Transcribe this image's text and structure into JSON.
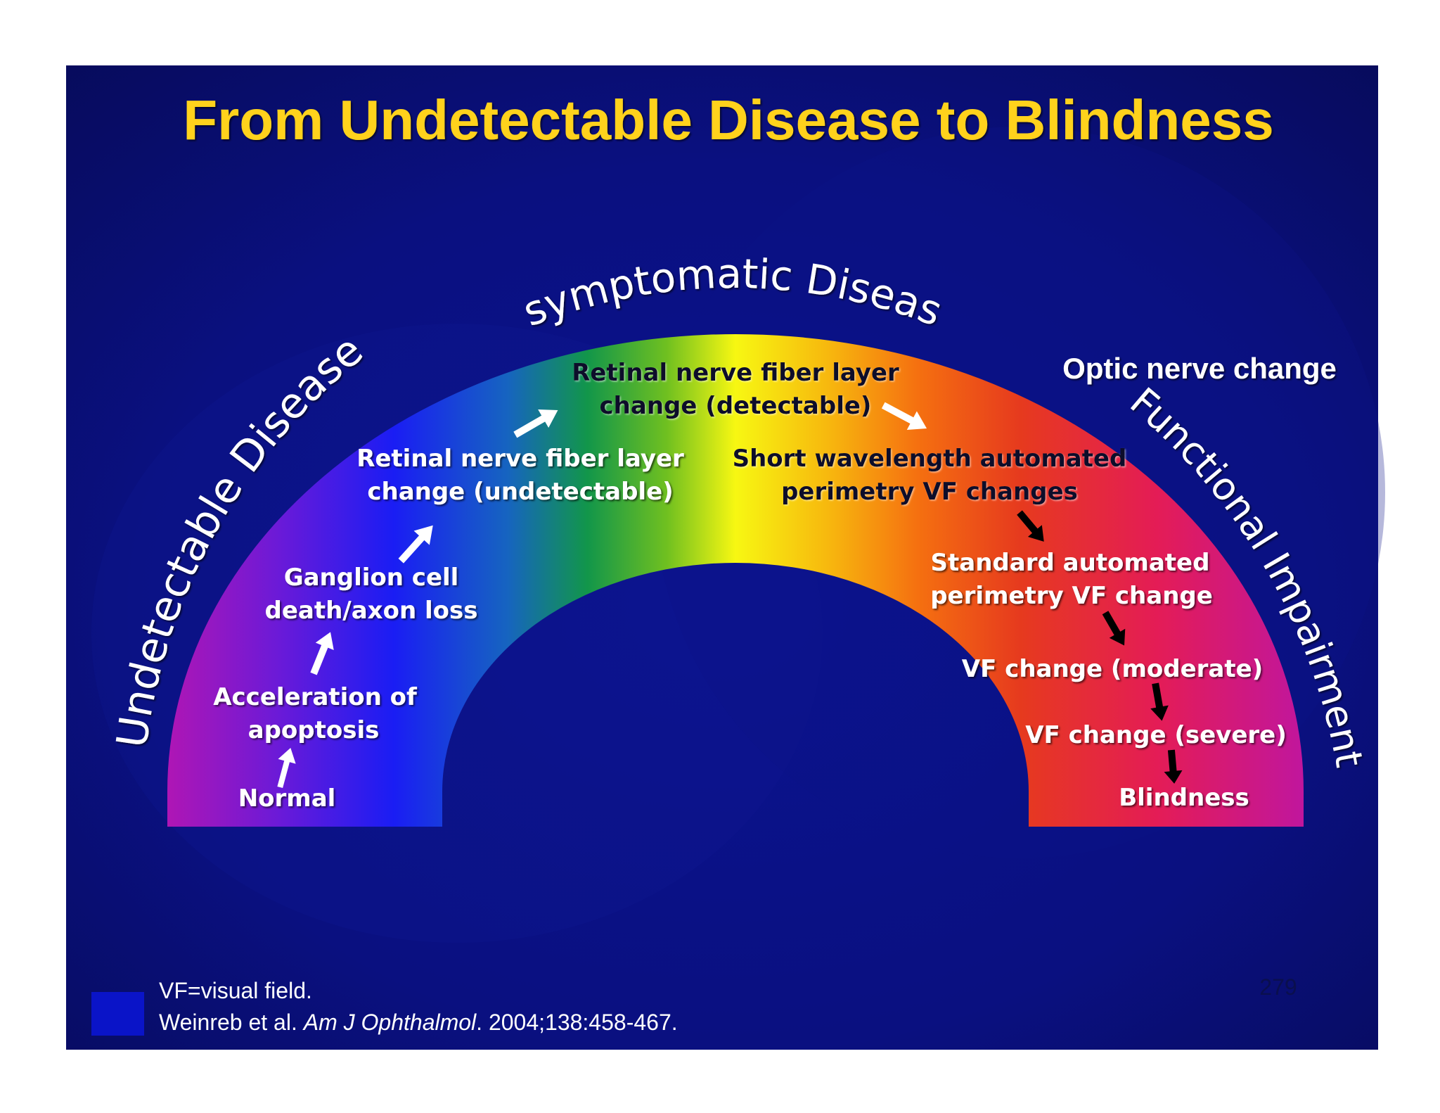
{
  "title": "From Undetectable Disease to Blindness",
  "colors": {
    "slide_background": "#0a0f6e",
    "title": "#ffd21f",
    "stage_text_white": "#ffffff",
    "stage_text_dark": "#0a0a2a",
    "arrow_white": "#ffffff",
    "arrow_black": "#000000",
    "corner_square": "#0a14c8",
    "page_number": "#0a0f4e"
  },
  "arc_labels": {
    "left": "Undetectable Disease",
    "top": "Asymptomatic Disease",
    "right": "Functional Impairment",
    "right_header": "Optic nerve change"
  },
  "stages": {
    "normal": "Normal",
    "apoptosis_1": "Acceleration of",
    "apoptosis_2": "apoptosis",
    "ganglion_1": "Ganglion cell",
    "ganglion_2": "death/axon loss",
    "rnfl_undetect_1": "Retinal nerve fiber layer",
    "rnfl_undetect_2": "change (undetectable)",
    "rnfl_detect_1": "Retinal nerve fiber layer",
    "rnfl_detect_2": "change (detectable)",
    "swap_1": "Short wavelength automated",
    "swap_2": "perimetry VF changes",
    "sap_1": "Standard automated",
    "sap_2": "perimetry VF change",
    "vf_moderate": "VF change (moderate)",
    "vf_severe": "VF change (severe)",
    "blindness": "Blindness"
  },
  "arrow_icons": {
    "up": "arrow-up-icon",
    "down": "arrow-down-icon"
  },
  "footer": {
    "abbrev": "VF=visual field.",
    "citation_authors": "Weinreb et al. ",
    "citation_journal": "Am J Ophthalmol",
    "citation_rest": ". 2004;138:458-467.",
    "page_number": "279"
  }
}
